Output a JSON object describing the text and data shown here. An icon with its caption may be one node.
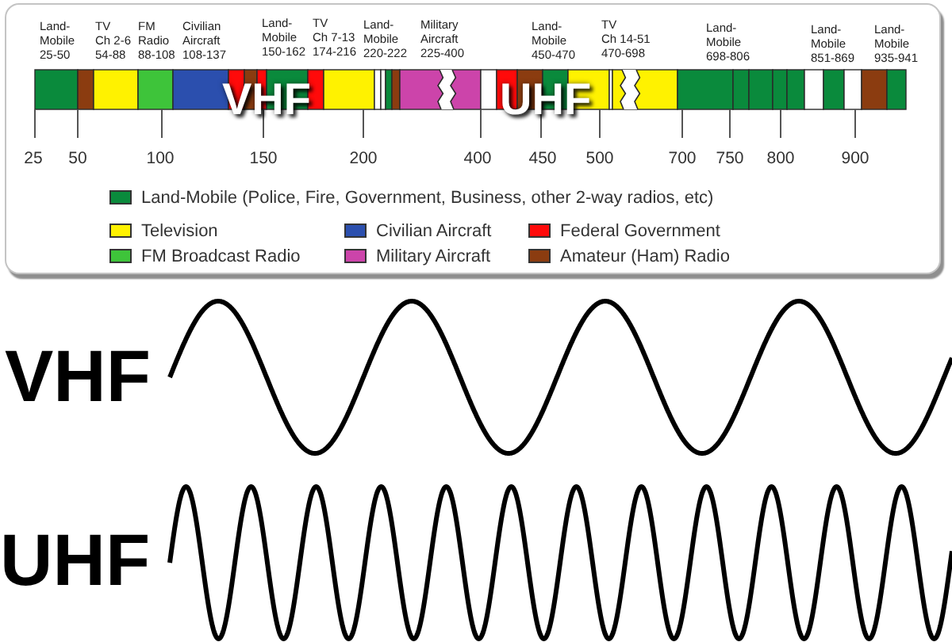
{
  "diagram": {
    "labels": [
      "Land-Mobile 25-50",
      "TV Ch 2-6 54-88",
      "FM Radio 88-108",
      "Civilian Aircraft 108-137",
      "Land-Mobile 150-162",
      "TV Ch 7-13 174-216",
      "Land-Mobile 220-222",
      "Military Aircraft 225-400",
      "Land-Mobile 450-470",
      "TV Ch 14-51 470-698",
      "Land-Mobile 698-806",
      "Land-Mobile 851-869",
      "Land-Mobile 935-941",
      "VHF",
      "UHF",
      "25",
      "50",
      "100",
      "150",
      "200",
      "400",
      "450",
      "500",
      "700",
      "750",
      "800",
      "900",
      "VHF",
      "UHF"
    ],
    "legend": [
      {
        "text": "Land-Mobile (Police, Fire, Government, Business, other 2-way radios, etc)",
        "color": "#0a8a3c"
      },
      {
        "text": "Television",
        "color": "#fff200"
      },
      {
        "text": "Civilian Aircraft",
        "color": "#2b4fae"
      },
      {
        "text": "Federal Government",
        "color": "#ff0a0a"
      },
      {
        "text": "FM Broadcast Radio",
        "color": "#3ec43a"
      },
      {
        "text": "Military Aircraft",
        "color": "#cc44aa"
      },
      {
        "text": "Amateur (Ham) Radio",
        "color": "#8b3c10"
      }
    ]
  }
}
